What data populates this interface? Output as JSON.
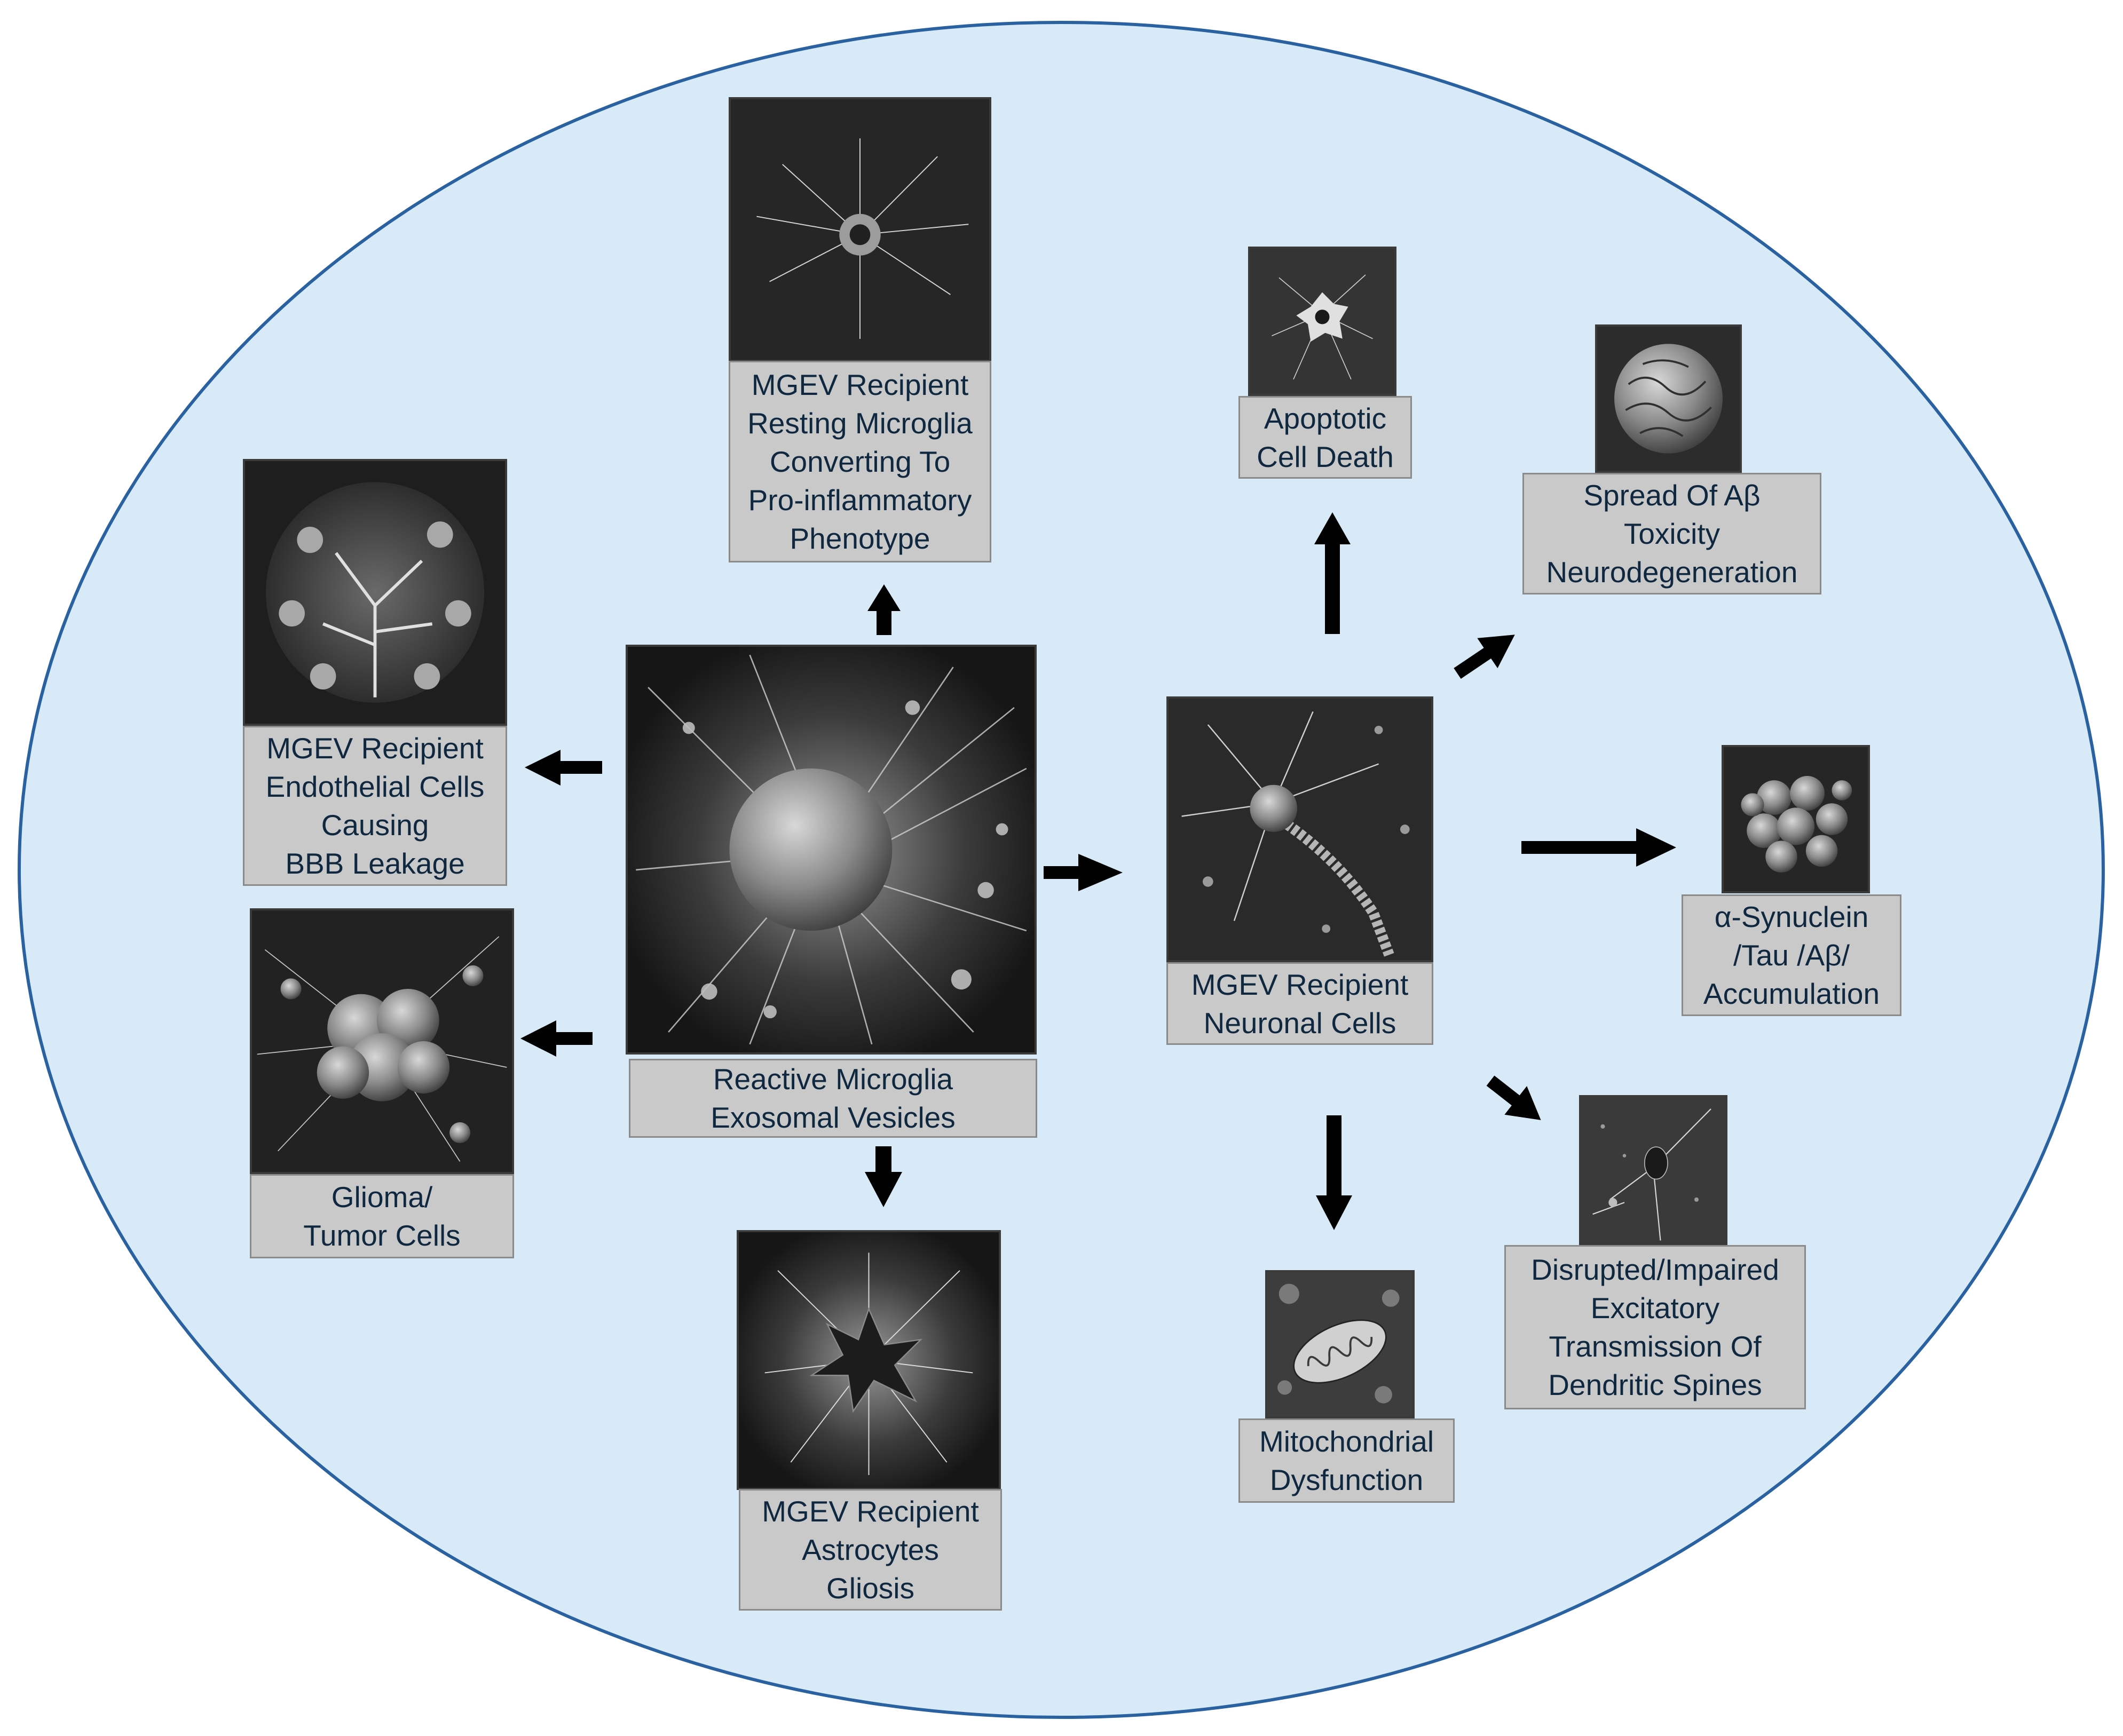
{
  "colors": {
    "ellipse_fill": "#d8eaf8",
    "ellipse_stroke": "#2a62a1",
    "label_fill": "#c9c9c9",
    "label_text": "#0f2840",
    "arrow": "#000000"
  },
  "nodes": {
    "center": {
      "lines": [
        "Reactive Microglia",
        "Exosomal Vesicles"
      ],
      "icon": "reactive-microglia-image"
    },
    "resting_microglia": {
      "lines": [
        "MGEV Recipient",
        "Resting Microglia",
        "Converting To",
        "Pro-inflammatory",
        "Phenotype"
      ],
      "icon": "resting-microglia-image"
    },
    "endothelial": {
      "lines": [
        "MGEV Recipient",
        "Endothelial Cells",
        "Causing",
        "BBB Leakage"
      ],
      "icon": "endothelial-cells-image"
    },
    "glioma": {
      "lines": [
        "Glioma/",
        "Tumor Cells"
      ],
      "icon": "tumor-cells-image"
    },
    "astrocytes": {
      "lines": [
        "MGEV Recipient",
        "Astrocytes",
        "Gliosis"
      ],
      "icon": "astrocyte-image"
    },
    "neuronal": {
      "lines": [
        "MGEV Recipient",
        "Neuronal Cells"
      ],
      "icon": "neuron-image"
    },
    "apoptotic": {
      "lines": [
        "Apoptotic",
        "Cell Death"
      ],
      "icon": "apoptotic-cell-image"
    },
    "abeta_spread": {
      "lines": [
        "Spread Of Aβ",
        "Toxicity",
        "Neurodegeneration"
      ],
      "icon": "amyloid-aggregate-image"
    },
    "synuclein": {
      "lines": [
        "α-Synuclein",
        "/Tau /Aβ/",
        "Accumulation"
      ],
      "icon": "protein-cluster-image"
    },
    "dendritic": {
      "lines": [
        "Disrupted/Impaired",
        "Excitatory",
        "Transmission Of",
        "Dendritic Spines"
      ],
      "icon": "dendritic-spine-image"
    },
    "mitochondrial": {
      "lines": [
        "Mitochondrial",
        "Dysfunction"
      ],
      "icon": "mitochondrion-image"
    }
  }
}
